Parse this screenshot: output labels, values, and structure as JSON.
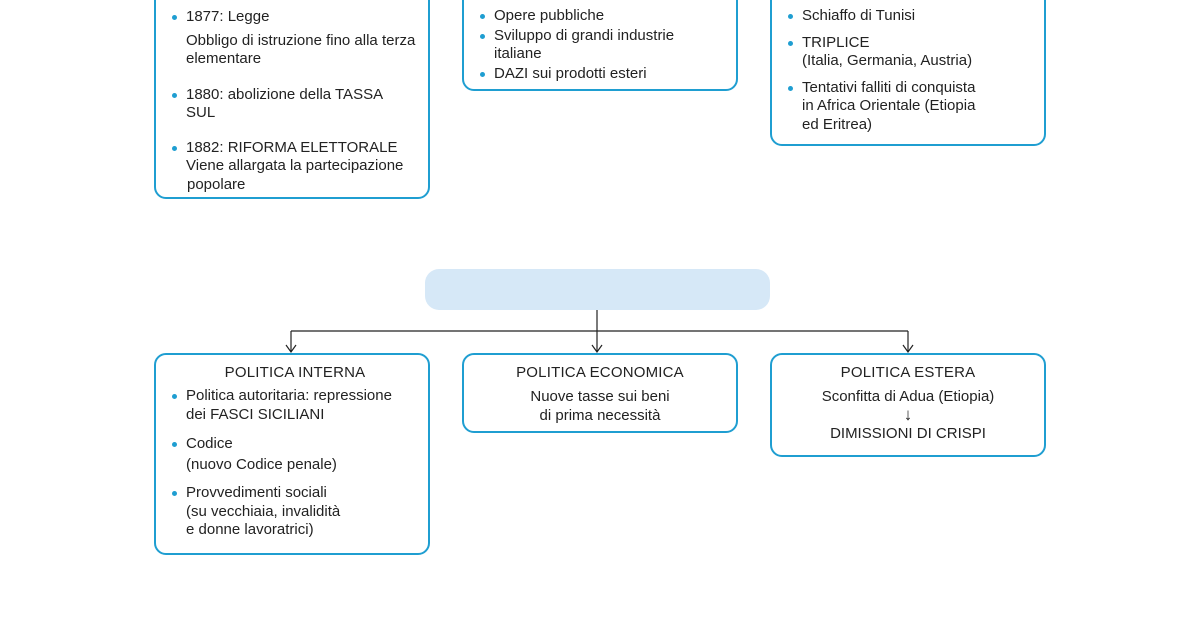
{
  "top": {
    "left_box": {
      "items": [
        {
          "lines": [
            "1877: Legge",
            "Obbligo di istruzione fino alla terza",
            "elementare"
          ]
        },
        {
          "lines": [
            "1880: abolizione della TASSA",
            "SUL"
          ]
        },
        {
          "lines": [
            "1882: RIFORMA ELETTORALE",
            "Viene allargata la partecipazione",
            "popolare"
          ]
        }
      ]
    },
    "middle_box": {
      "items": [
        {
          "lines": [
            "Opere pubbliche"
          ]
        },
        {
          "lines": [
            "Sviluppo di grandi industrie",
            "italiane"
          ]
        },
        {
          "lines": [
            "DAZI sui prodotti esteri"
          ]
        }
      ]
    },
    "right_box": {
      "items": [
        {
          "lines": [
            "Schiaffo di Tunisi"
          ]
        },
        {
          "lines": [
            "TRIPLICE",
            "(Italia, Germania, Austria)"
          ]
        },
        {
          "lines": [
            "Tentativi falliti di conquista",
            "in Africa Orientale (Etiopia",
            "ed Eritrea)"
          ]
        }
      ]
    }
  },
  "bottom": {
    "heading": "",
    "left_box": {
      "title": "POLITICA INTERNA",
      "items": [
        {
          "lines": [
            "Politica autoritaria: repressione",
            "dei FASCI SICILIANI"
          ]
        },
        {
          "lines": [
            "Codice",
            "(nuovo Codice penale)"
          ]
        },
        {
          "lines": [
            "Provvedimenti sociali",
            "(su vecchiaia, invalidità",
            "e donne lavoratrici)"
          ]
        }
      ]
    },
    "middle_box": {
      "title": "POLITICA ECONOMICA",
      "lines": [
        "Nuove tasse sui beni",
        "di prima necessità"
      ]
    },
    "right_box": {
      "title": "POLITICA ESTERA",
      "line1": "Sconfitta di Adua (Etiopia)",
      "arrow": "↓",
      "line2": "DIMISSIONI DI CRISPI"
    }
  },
  "colors": {
    "border": "#1f9ed1",
    "bullet": "#1f9ed1",
    "pill": "#d6e8f7",
    "text": "#222222",
    "connector": "#222222"
  }
}
